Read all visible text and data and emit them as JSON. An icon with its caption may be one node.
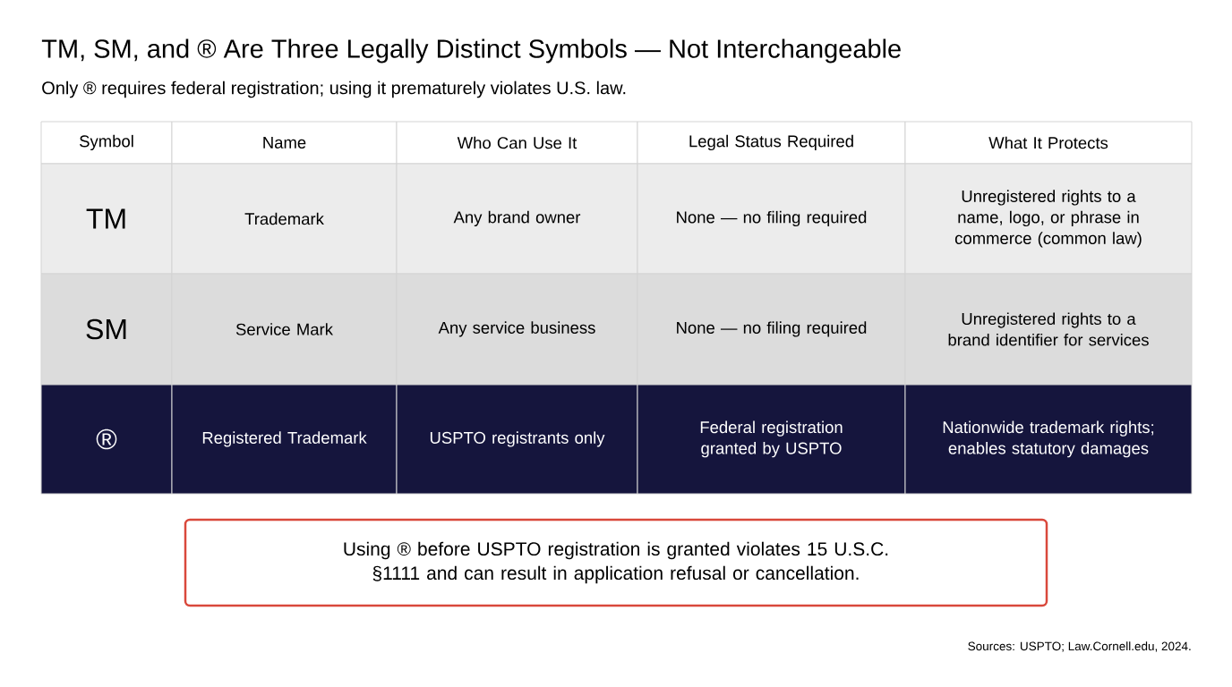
{
  "diagram": {
    "title": "TM, SM, and ® Are Three Legally Distinct Symbols — Not Interchangeable",
    "caption": "Only ® requires federal registration; using it prematurely violates U.S. law.",
    "nodes": [
      {
        "text": [
          "Using ® before USPTO registration is granted violates 15 U.S.C. §1111 and can result in application refusal or cancellation."
        ]
      }
    ],
    "labels": [
      "Symbol",
      "Name",
      "Who Can Use It",
      "Legal Status Required",
      "What It Protects",
      "TM",
      "Trademark",
      "Any brand owner",
      "None — no filing required",
      "Unregistered rights to a name, logo, or phrase in commerce (common law)",
      "SM",
      "Service Mark",
      "Any service business",
      "None — no filing required",
      "Unregistered rights to a brand identifier for services",
      "®",
      "Registered Trademark",
      "USPTO registrants only",
      "Federal registration granted by USPTO",
      "Nationwide trademark rights; enables statutory damages",
      "Sources: USPTO; Law.Cornell.edu, 2024."
    ]
  }
}
